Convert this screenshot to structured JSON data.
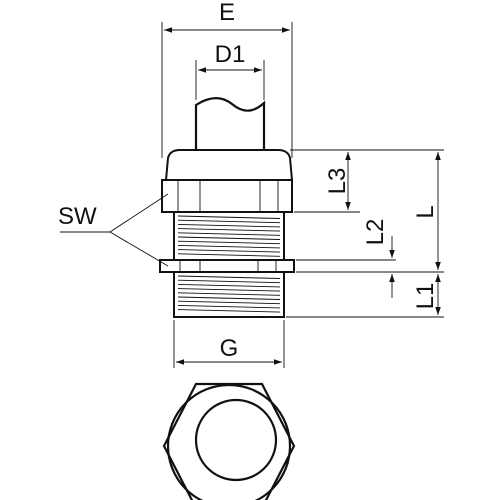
{
  "labels": {
    "E": "E",
    "D1": "D1",
    "SW": "SW",
    "L3": "L3",
    "L2": "L2",
    "L": "L",
    "L1": "L1",
    "G": "G"
  }
}
